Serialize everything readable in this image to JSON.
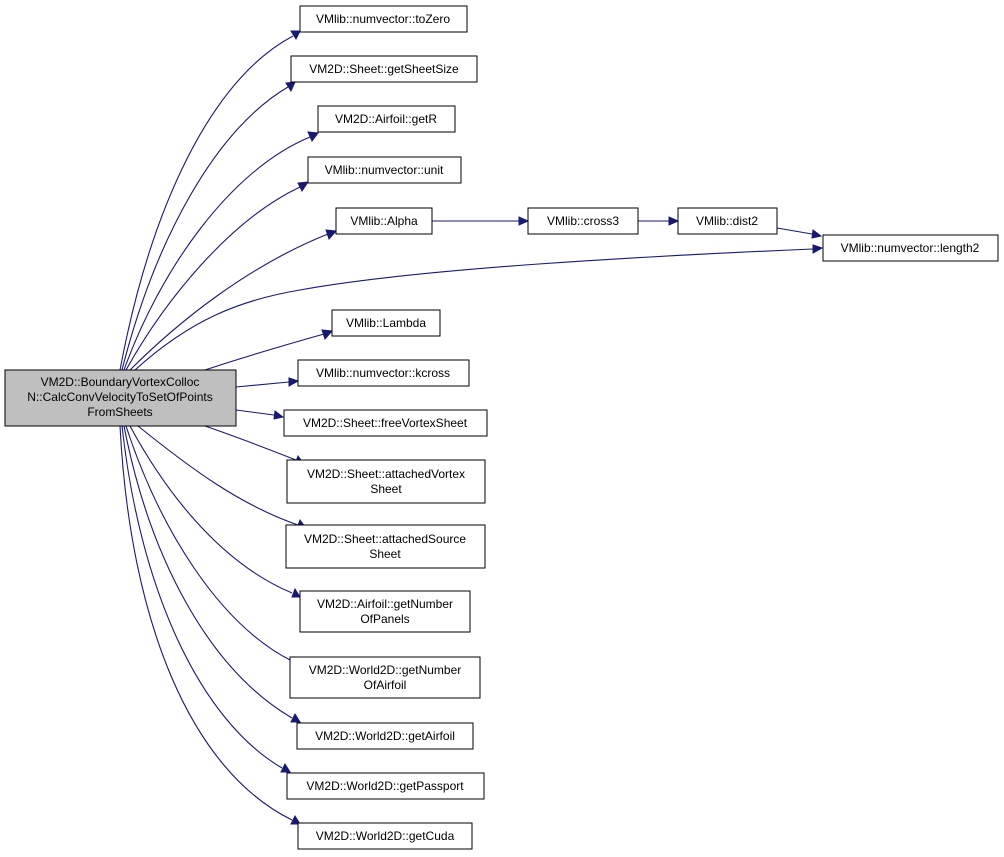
{
  "graph": {
    "root": {
      "line1": "VM2D::BoundaryVortexColloc",
      "line2": "N::CalcConvVelocityToSetOfPoints",
      "line3": "FromSheets"
    },
    "nodes": {
      "toZero": "VMlib::numvector::toZero",
      "getSheetSize": "VM2D::Sheet::getSheetSize",
      "getR": "VM2D::Airfoil::getR",
      "unit": "VMlib::numvector::unit",
      "alpha": "VMlib::Alpha",
      "cross3": "VMlib::cross3",
      "dist2": "VMlib::dist2",
      "length2": "VMlib::numvector::length2",
      "lambda": "VMlib::Lambda",
      "kcross": "VMlib::numvector::kcross",
      "freeVortexSheet": "VM2D::Sheet::freeVortexSheet",
      "attachedVortexSheet": [
        "VM2D::Sheet::attachedVortex",
        "Sheet"
      ],
      "attachedSourceSheet": [
        "VM2D::Sheet::attachedSource",
        "Sheet"
      ],
      "getNumberOfPanels": [
        "VM2D::Airfoil::getNumber",
        "OfPanels"
      ],
      "getNumberOfAirfoil": [
        "VM2D::World2D::getNumber",
        "OfAirfoil"
      ],
      "getAirfoil": "VM2D::World2D::getAirfoil",
      "getPassport": "VM2D::World2D::getPassport",
      "getCuda": "VM2D::World2D::getCuda"
    },
    "colors": {
      "edge": "#191970",
      "root_fill": "#bfbfbf",
      "node_fill": "#ffffff",
      "node_border": "#000000"
    }
  }
}
